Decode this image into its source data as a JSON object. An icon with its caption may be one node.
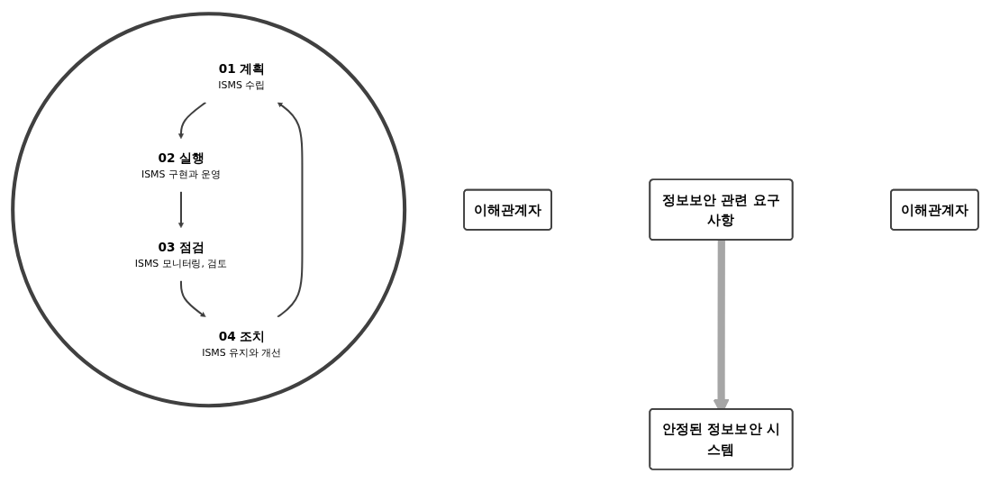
{
  "diagram": {
    "nodes": [
      {
        "text": [
          "이해관계자"
        ]
      },
      {
        "text": [
          "정보보안 관련 요구사항"
        ]
      },
      {
        "text": [],
        "shape": "circle"
      },
      {
        "text": [
          "01 계획",
          "ISMS 수립"
        ],
        "in": 2
      },
      {
        "text": [
          "02 실행",
          "ISMS 구현과 운영"
        ],
        "in": 2
      },
      {
        "text": [
          "03 점검",
          "ISMS 모니터링, 검토"
        ],
        "in": 2
      },
      {
        "text": [
          "04 조치",
          "ISMS 유지와 개선"
        ],
        "in": 2
      },
      {
        "text": [
          "이해관계자"
        ]
      },
      {
        "text": [
          "안정된 정보보안 시스템"
        ]
      }
    ],
    "edges": [
      {
        "from": 3,
        "to": 4,
        "arrow": "to"
      },
      {
        "from": 4,
        "to": 5,
        "arrow": "to"
      },
      {
        "from": 5,
        "to": 6,
        "arrow": "to"
      },
      {
        "from": 6,
        "to": 3,
        "arrow": "to"
      },
      {
        "from": 1,
        "to": 8,
        "arrow": "to",
        "style": "thick",
        "color": "#a6a6a6"
      }
    ]
  }
}
